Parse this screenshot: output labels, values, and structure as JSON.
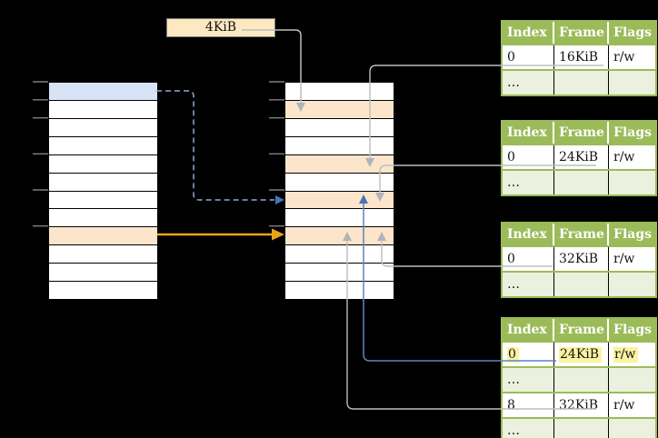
{
  "page_size_label": "4KiB",
  "colors": {
    "background": "#000000",
    "row_blue": "#D8E4F5",
    "row_orange": "#FCE5CB",
    "label_box_cream": "#FCE9C1",
    "table_header_green": "#9BBB59",
    "table_row_light_green": "#EBF1DE",
    "highlight_yellow": "#FAF3A0",
    "arrow_gray": "#BDBDBD",
    "arrow_blue_solid": "#5C84C0",
    "arrow_blue_dashed": "#8FA9D3",
    "arrow_blue_head": "#4A72B8",
    "arrow_orange": "#E6A41C",
    "tick_gray": "#7F7F7F"
  },
  "columns": {
    "left": {
      "row_count": 12,
      "tick_rows": [
        0,
        1,
        2,
        4,
        6,
        8
      ],
      "highlights": {
        "0": "blue",
        "8": "orange"
      }
    },
    "middle": {
      "row_count": 12,
      "tick_rows": [
        0,
        1,
        2,
        4,
        6,
        8
      ],
      "highlights": {
        "1": "orange",
        "4": "orange",
        "6": "orange",
        "8": "orange"
      }
    }
  },
  "tables": [
    {
      "headers": [
        "Index",
        "Frame",
        "Flags"
      ],
      "rows": [
        {
          "cells": [
            "0",
            "16KiB",
            "r/w"
          ],
          "shaded": false,
          "highlighted": false
        },
        {
          "cells": [
            "…",
            "",
            ""
          ],
          "shaded": true,
          "highlighted": false
        }
      ]
    },
    {
      "headers": [
        "Index",
        "Frame",
        "Flags"
      ],
      "rows": [
        {
          "cells": [
            "0",
            "24KiB",
            "r/w"
          ],
          "shaded": false,
          "highlighted": false
        },
        {
          "cells": [
            "…",
            "",
            ""
          ],
          "shaded": true,
          "highlighted": false
        }
      ]
    },
    {
      "headers": [
        "Index",
        "Frame",
        "Flags"
      ],
      "rows": [
        {
          "cells": [
            "0",
            "32KiB",
            "r/w"
          ],
          "shaded": false,
          "highlighted": false
        },
        {
          "cells": [
            "…",
            "",
            ""
          ],
          "shaded": true,
          "highlighted": false
        }
      ]
    },
    {
      "headers": [
        "Index",
        "Frame",
        "Flags"
      ],
      "rows": [
        {
          "cells": [
            "0",
            "24KiB",
            "r/w"
          ],
          "shaded": false,
          "highlighted": true
        },
        {
          "cells": [
            "…",
            "",
            ""
          ],
          "shaded": true,
          "highlighted": false
        },
        {
          "cells": [
            "8",
            "32KiB",
            "r/w"
          ],
          "shaded": false,
          "highlighted": false
        },
        {
          "cells": [
            "…",
            "",
            ""
          ],
          "shaded": true,
          "highlighted": false
        }
      ]
    }
  ]
}
